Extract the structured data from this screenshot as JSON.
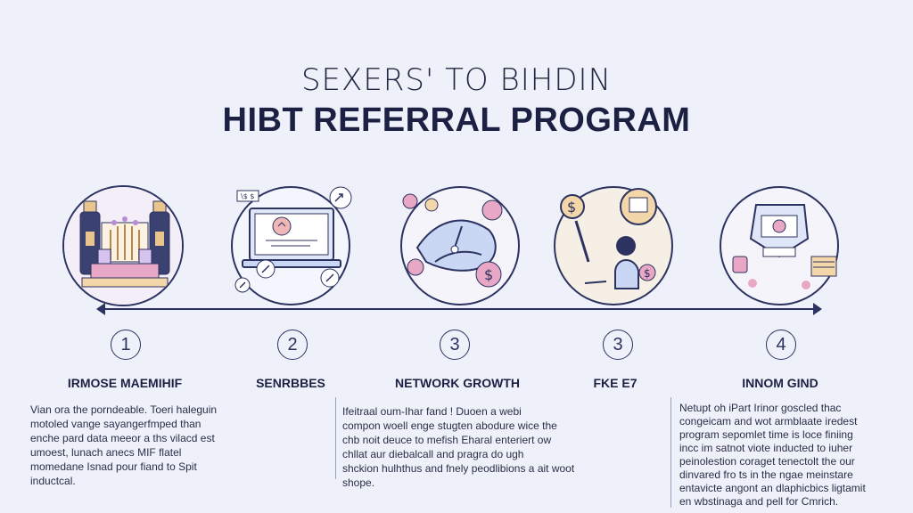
{
  "header": {
    "kicker": "SEXERS' TO BIHDIN",
    "title": "HIBT REFERRAL PROGRAM"
  },
  "colors": {
    "background": "#eef1f9",
    "ink": "#2c3360",
    "accent_pink": "#e9a7c6",
    "accent_blue": "#c9d6f4",
    "accent_gold": "#e9c48d"
  },
  "steps": [
    {
      "number": "1",
      "title": "IRMOSE MAEMIHIF",
      "icon": "trophy-podium-icon"
    },
    {
      "number": "2",
      "title": "SENRBBES",
      "icon": "laptop-icon"
    },
    {
      "number": "3",
      "title": "NETWORK GROWTH",
      "icon": "handshake-money-icon"
    },
    {
      "number": "3",
      "title": "FKE E7",
      "icon": "person-dollar-icon"
    },
    {
      "number": "4",
      "title": "INNOM GIND",
      "icon": "rewards-badge-icon"
    }
  ],
  "descriptions": [
    {
      "text": "Vian ora the porndeable. Toeri haleguin\nmotoled vange sayangerfmped than\nenche pard data meeor a ths vilacd est\numoest, lunach anecs MIF flatel\nmomedane Isnad pour fiand to Spit\ninductcal."
    },
    {
      "text": "Ifeitraal oum-Ihar fand ! Duoen a webi\ncompon woell enge stugten abodure wice the\nchb noit deuce to mefish Eharal enteriert ow\nchllat aur diebalcall and pragra do ugh\nshckion hulhthus and fnely peodlibions a ait woot\nshope."
    },
    {
      "text": "Netupt oh iPart Irinor goscled thac\ncongeicam and wot armblaate iredest\nprogram sepomlet time is loce finiing\nincc im satnot viote inducted to iuher\npeinolestion coraget tenectolt the our\ndinvared fro ts in the ngae meinstare\nentavicte angont an dlaphicbics ligtamit\nen wbstinaga and pell for Cmrich."
    }
  ]
}
